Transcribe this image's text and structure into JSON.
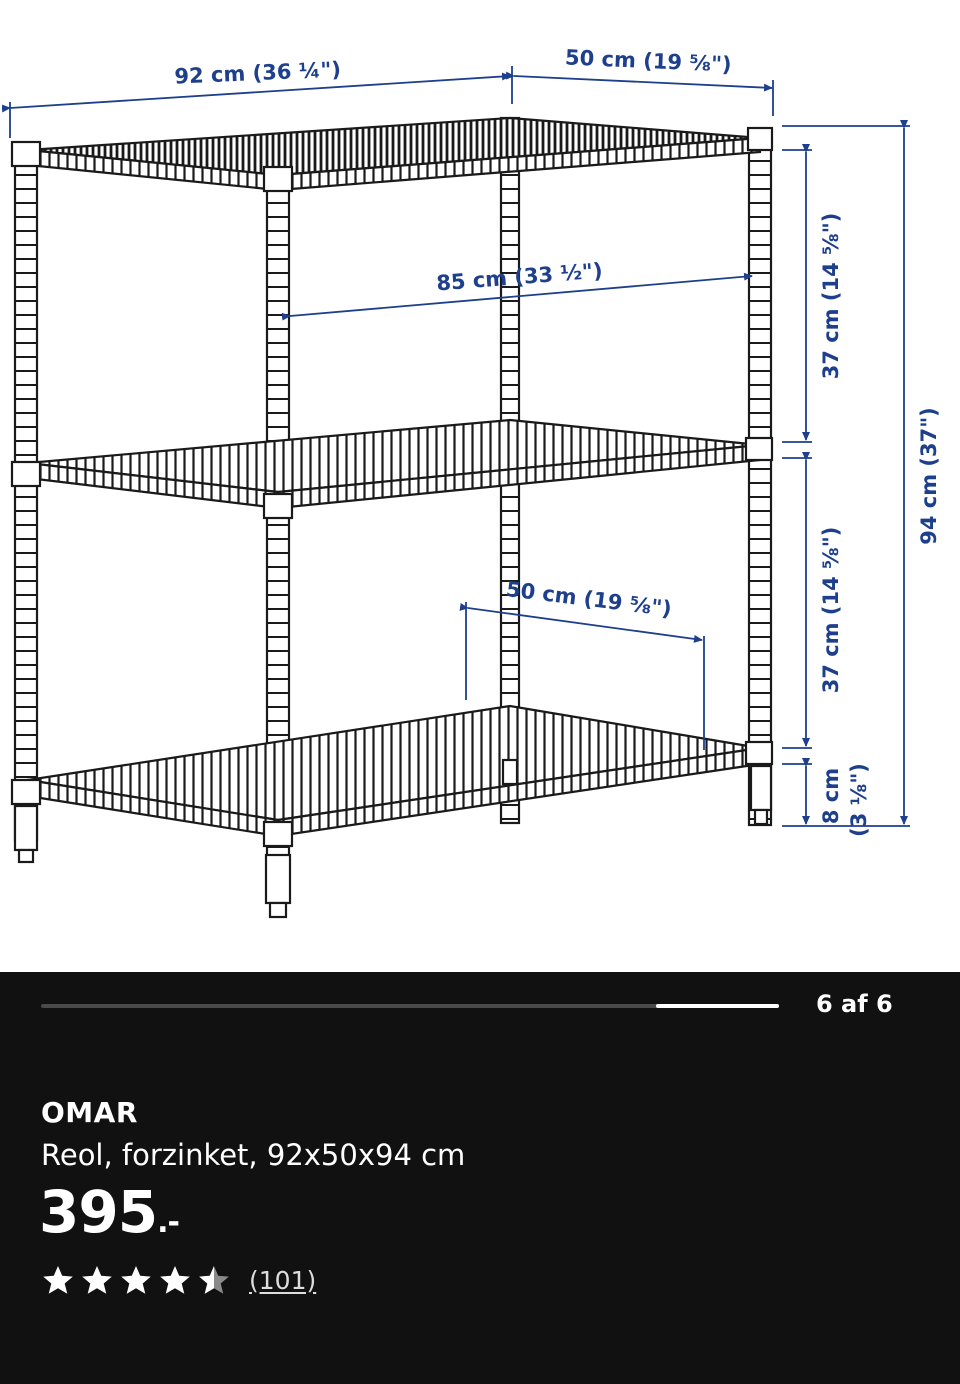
{
  "colors": {
    "panel_bg": "#111111",
    "dimension_blue": "#1d3f8c",
    "line_art": "#1a1a1a",
    "progress_fill": "#ffffff",
    "progress_track": "#4a4a4a"
  },
  "dimensions": {
    "width_top": "92 cm (36 ¼\")",
    "depth_top": "50 cm (19 ⅝\")",
    "inner_width": "85 cm (33 ½\")",
    "shelf_depth": "50 cm (19 ⅝\")",
    "upper_gap": "37 cm (14 ⅝\")",
    "lower_gap": "37 cm (14 ⅝\")",
    "foot_height_cm": "8 cm",
    "foot_height_in": "(3 ⅛\")",
    "total_height": "94 cm (37\")"
  },
  "carousel": {
    "counter": "6 af 6",
    "current": 6,
    "total": 6
  },
  "product": {
    "name": "OMAR",
    "description": "Reol, forzinket, 92x50x94 cm",
    "price": "395",
    "price_suffix": ".-",
    "rating": 4.5,
    "review_count": "(101)"
  },
  "icons": [
    "star-full-icon",
    "star-half-icon"
  ]
}
